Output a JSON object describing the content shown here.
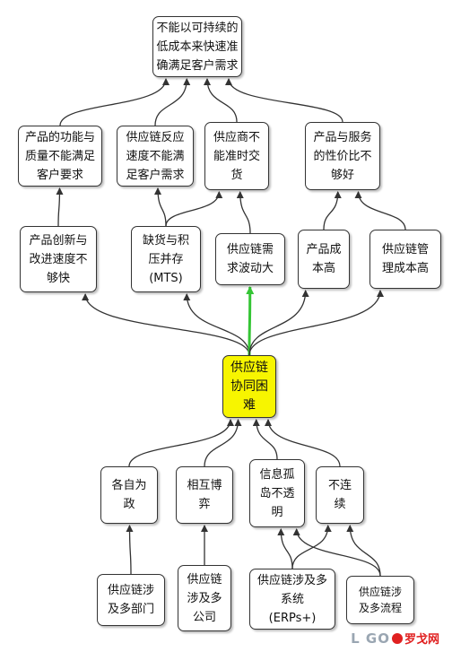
{
  "nodes": {
    "top": "不能以可持续的\n低成本来快速准\n确满足客户需求",
    "r1_func": "产品的功能与\n质量不能满足\n客户要求",
    "r1_chain": "供应链反应\n速度不能满\n足客户需求",
    "r1_supplier": "供应商不\n能准时交\n货",
    "r1_value": "产品与服务\n的性价比不\n够好",
    "r2_innov": "产品创新与\n改进速度不\n够快",
    "r2_stock": "缺货与积\n压并存\n(MTS)",
    "r2_demand": "供应链需\n求波动大",
    "r2_cost": "产品成\n本高",
    "r2_mgmt": "供应链管\n理成本高",
    "core": "供应链\n协同困\n难",
    "r3_self": "各自为\n政",
    "r3_game": "相互博\n弈",
    "r3_island": "信息孤\n岛不透\n明",
    "r3_discont": "不连\n续",
    "r4_depts": "供应链涉\n及多部门",
    "r4_companies": "供应链\n涉及多\n公司",
    "r4_systems": "供应链涉及多\n系统\n(ERPs+)",
    "r4_process": "供应链涉\n及多流程"
  },
  "edges": [
    [
      "r1_func",
      "top"
    ],
    [
      "r1_chain",
      "top"
    ],
    [
      "r1_supplier",
      "top"
    ],
    [
      "r1_value",
      "top"
    ],
    [
      "r2_innov",
      "r1_func"
    ],
    [
      "r2_stock",
      "r1_chain"
    ],
    [
      "r2_stock",
      "r1_supplier"
    ],
    [
      "r2_demand",
      "r1_supplier"
    ],
    [
      "r2_cost",
      "r1_value"
    ],
    [
      "r2_mgmt",
      "r1_value"
    ],
    [
      "core",
      "r2_innov"
    ],
    [
      "core",
      "r2_stock"
    ],
    [
      "core",
      "r2_demand"
    ],
    [
      "core",
      "r2_cost"
    ],
    [
      "core",
      "r2_mgmt"
    ],
    [
      "r3_self",
      "core"
    ],
    [
      "r3_game",
      "core"
    ],
    [
      "r3_island",
      "core"
    ],
    [
      "r3_discont",
      "core"
    ],
    [
      "r4_depts",
      "r3_self"
    ],
    [
      "r4_companies",
      "r3_game"
    ],
    [
      "r4_systems",
      "r3_island"
    ],
    [
      "r4_systems",
      "r3_discont"
    ],
    [
      "r4_process",
      "r3_island"
    ],
    [
      "r4_process",
      "r3_discont"
    ]
  ],
  "highlight_edge": [
    "core",
    "r2_demand"
  ],
  "colors": {
    "core_fill": "#f7f500",
    "highlight": "#35c535",
    "edge": "#333333"
  },
  "watermark": {
    "left": "L GO",
    "right": "罗戈网"
  }
}
